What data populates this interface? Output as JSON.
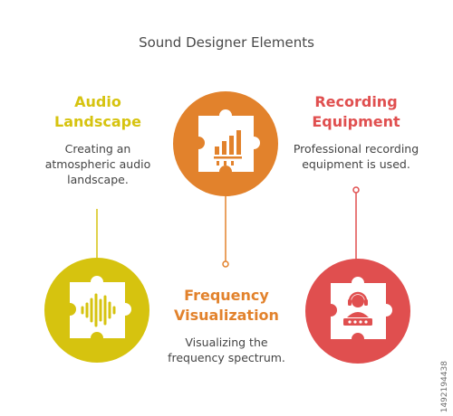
{
  "title": "Sound Designer Elements",
  "colors": {
    "yellow": "#D6C30F",
    "orange": "#E2822C",
    "red": "#E04F4F",
    "text": "#444444"
  },
  "elements": [
    {
      "heading": "Audio\nLandscape",
      "description": "Creating an\natmospheric audio\nlandscape.",
      "icon": "sound-wave-icon"
    },
    {
      "heading": "",
      "description": "",
      "icon": "bar-chart-icon"
    },
    {
      "heading": "Recording\nEquipment",
      "description": "Professional recording\nequipment is used.",
      "icon": "recording-engineer-icon"
    },
    {
      "heading": "Frequency\nVisualization",
      "description": "Visualizing the\nfrequency spectrum.",
      "icon": ""
    }
  ],
  "watermark": "1492194438"
}
